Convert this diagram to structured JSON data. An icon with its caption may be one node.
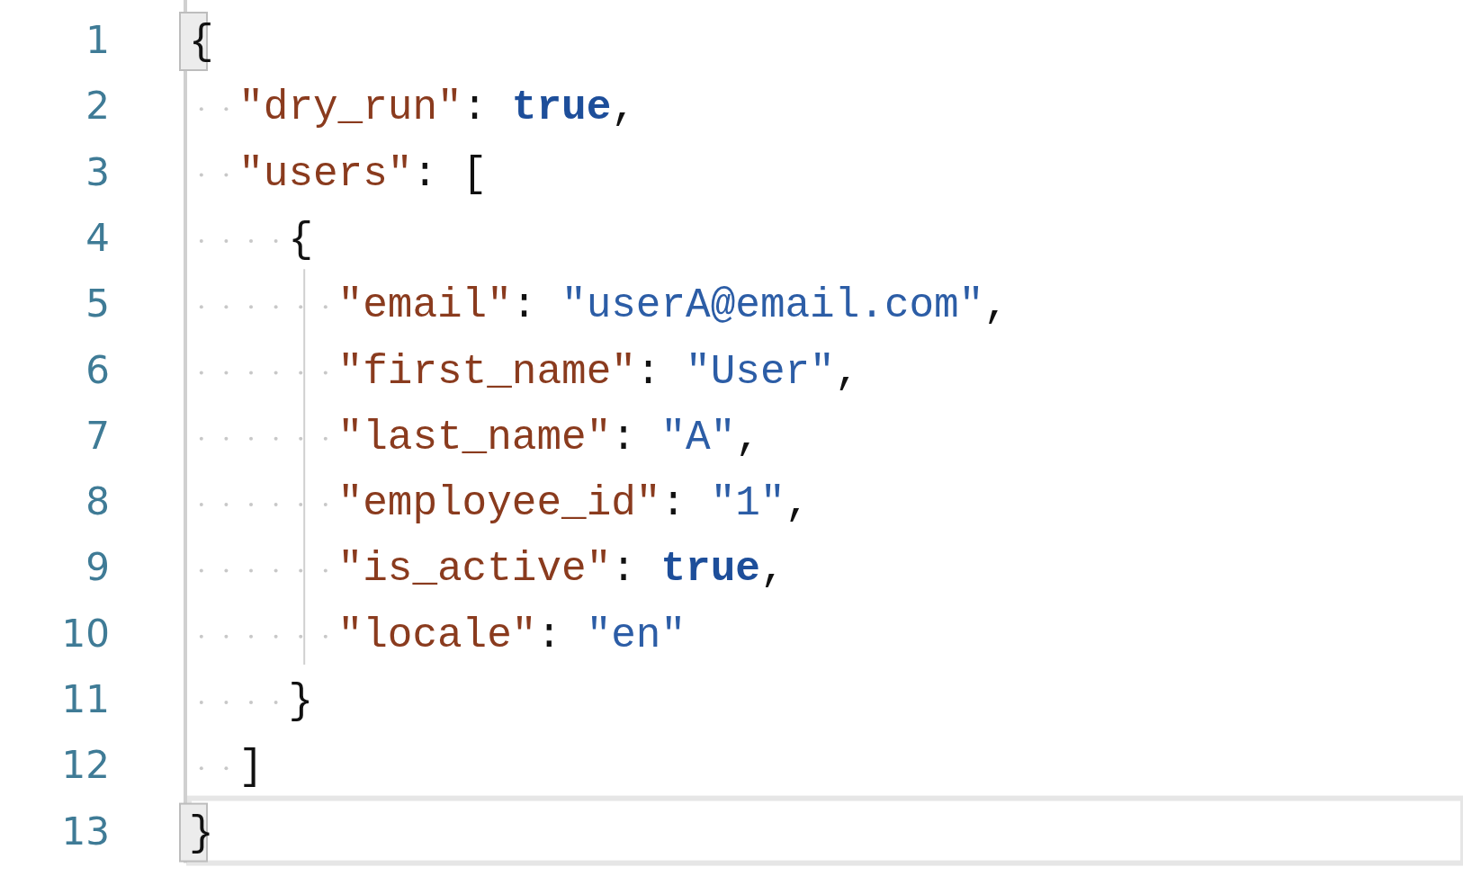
{
  "diagram": {
    "labels": [
      "1",
      "{",
      "2",
      "\"dry_run\": true,",
      "3",
      "\"users\": [",
      "4",
      "{",
      "5",
      "\"email\": \"userA@email.com\",",
      "6",
      "\"first_name\": \"User\",",
      "7",
      "\"last_name\": \"A\",",
      "8",
      "\"employee_id\": \"1\",",
      "9",
      "\"is_active\": true,",
      "10",
      "\"locale\": \"en\"",
      "11",
      "}",
      "12",
      "]",
      "13",
      "}"
    ]
  }
}
